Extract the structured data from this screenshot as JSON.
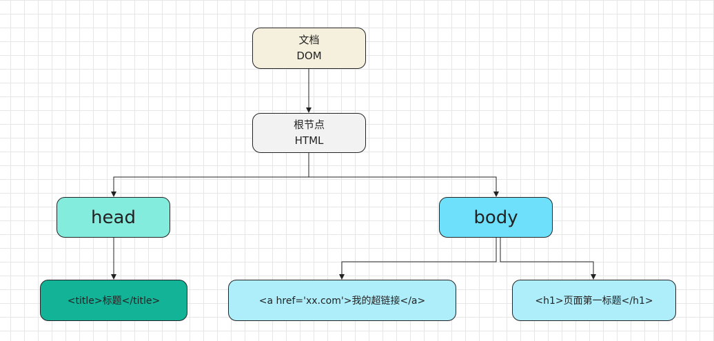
{
  "diagram": {
    "nodes": {
      "document": {
        "line1": "文档",
        "line2": "DOM"
      },
      "html": {
        "line1": "根节点",
        "line2": "HTML"
      },
      "head": {
        "label": "head"
      },
      "body": {
        "label": "body"
      },
      "title": {
        "label": "<title>标题</title>"
      },
      "link": {
        "label": "<a href='xx.com'>我的超链接</a>"
      },
      "h1": {
        "label": "<h1>页面第一标题</h1>"
      }
    },
    "edges": [
      {
        "from": "document",
        "to": "html"
      },
      {
        "from": "html",
        "to": "head"
      },
      {
        "from": "html",
        "to": "body"
      },
      {
        "from": "head",
        "to": "title"
      },
      {
        "from": "body",
        "to": "link"
      },
      {
        "from": "body",
        "to": "h1"
      }
    ]
  }
}
